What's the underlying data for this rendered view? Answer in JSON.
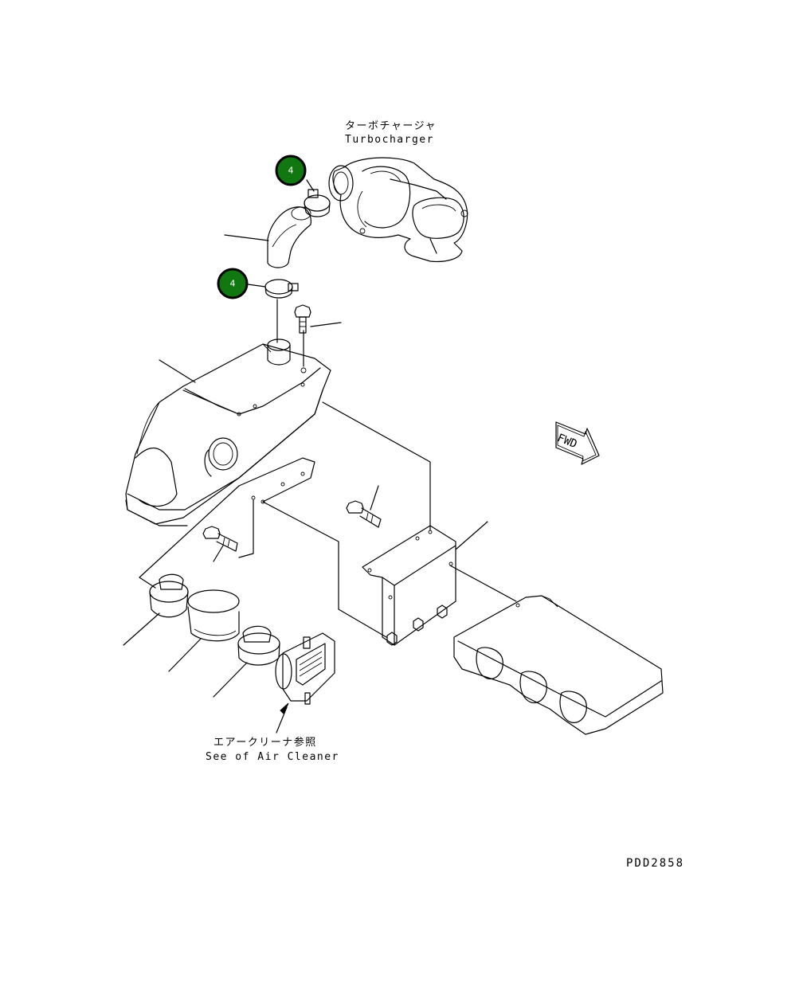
{
  "labels": {
    "turbocharger_jp": "ターボチャージャ",
    "turbocharger_en": "Turbocharger",
    "air_cleaner_jp": "エアークリーナ参照",
    "air_cleaner_en": "See of Air Cleaner",
    "fwd": "FWD",
    "drawing_code": "PDD2858"
  },
  "callouts": [
    {
      "number": "4"
    },
    {
      "number": "4"
    }
  ],
  "colors": {
    "callout_fill": "#117711",
    "line": "#000000",
    "background": "#ffffff"
  }
}
